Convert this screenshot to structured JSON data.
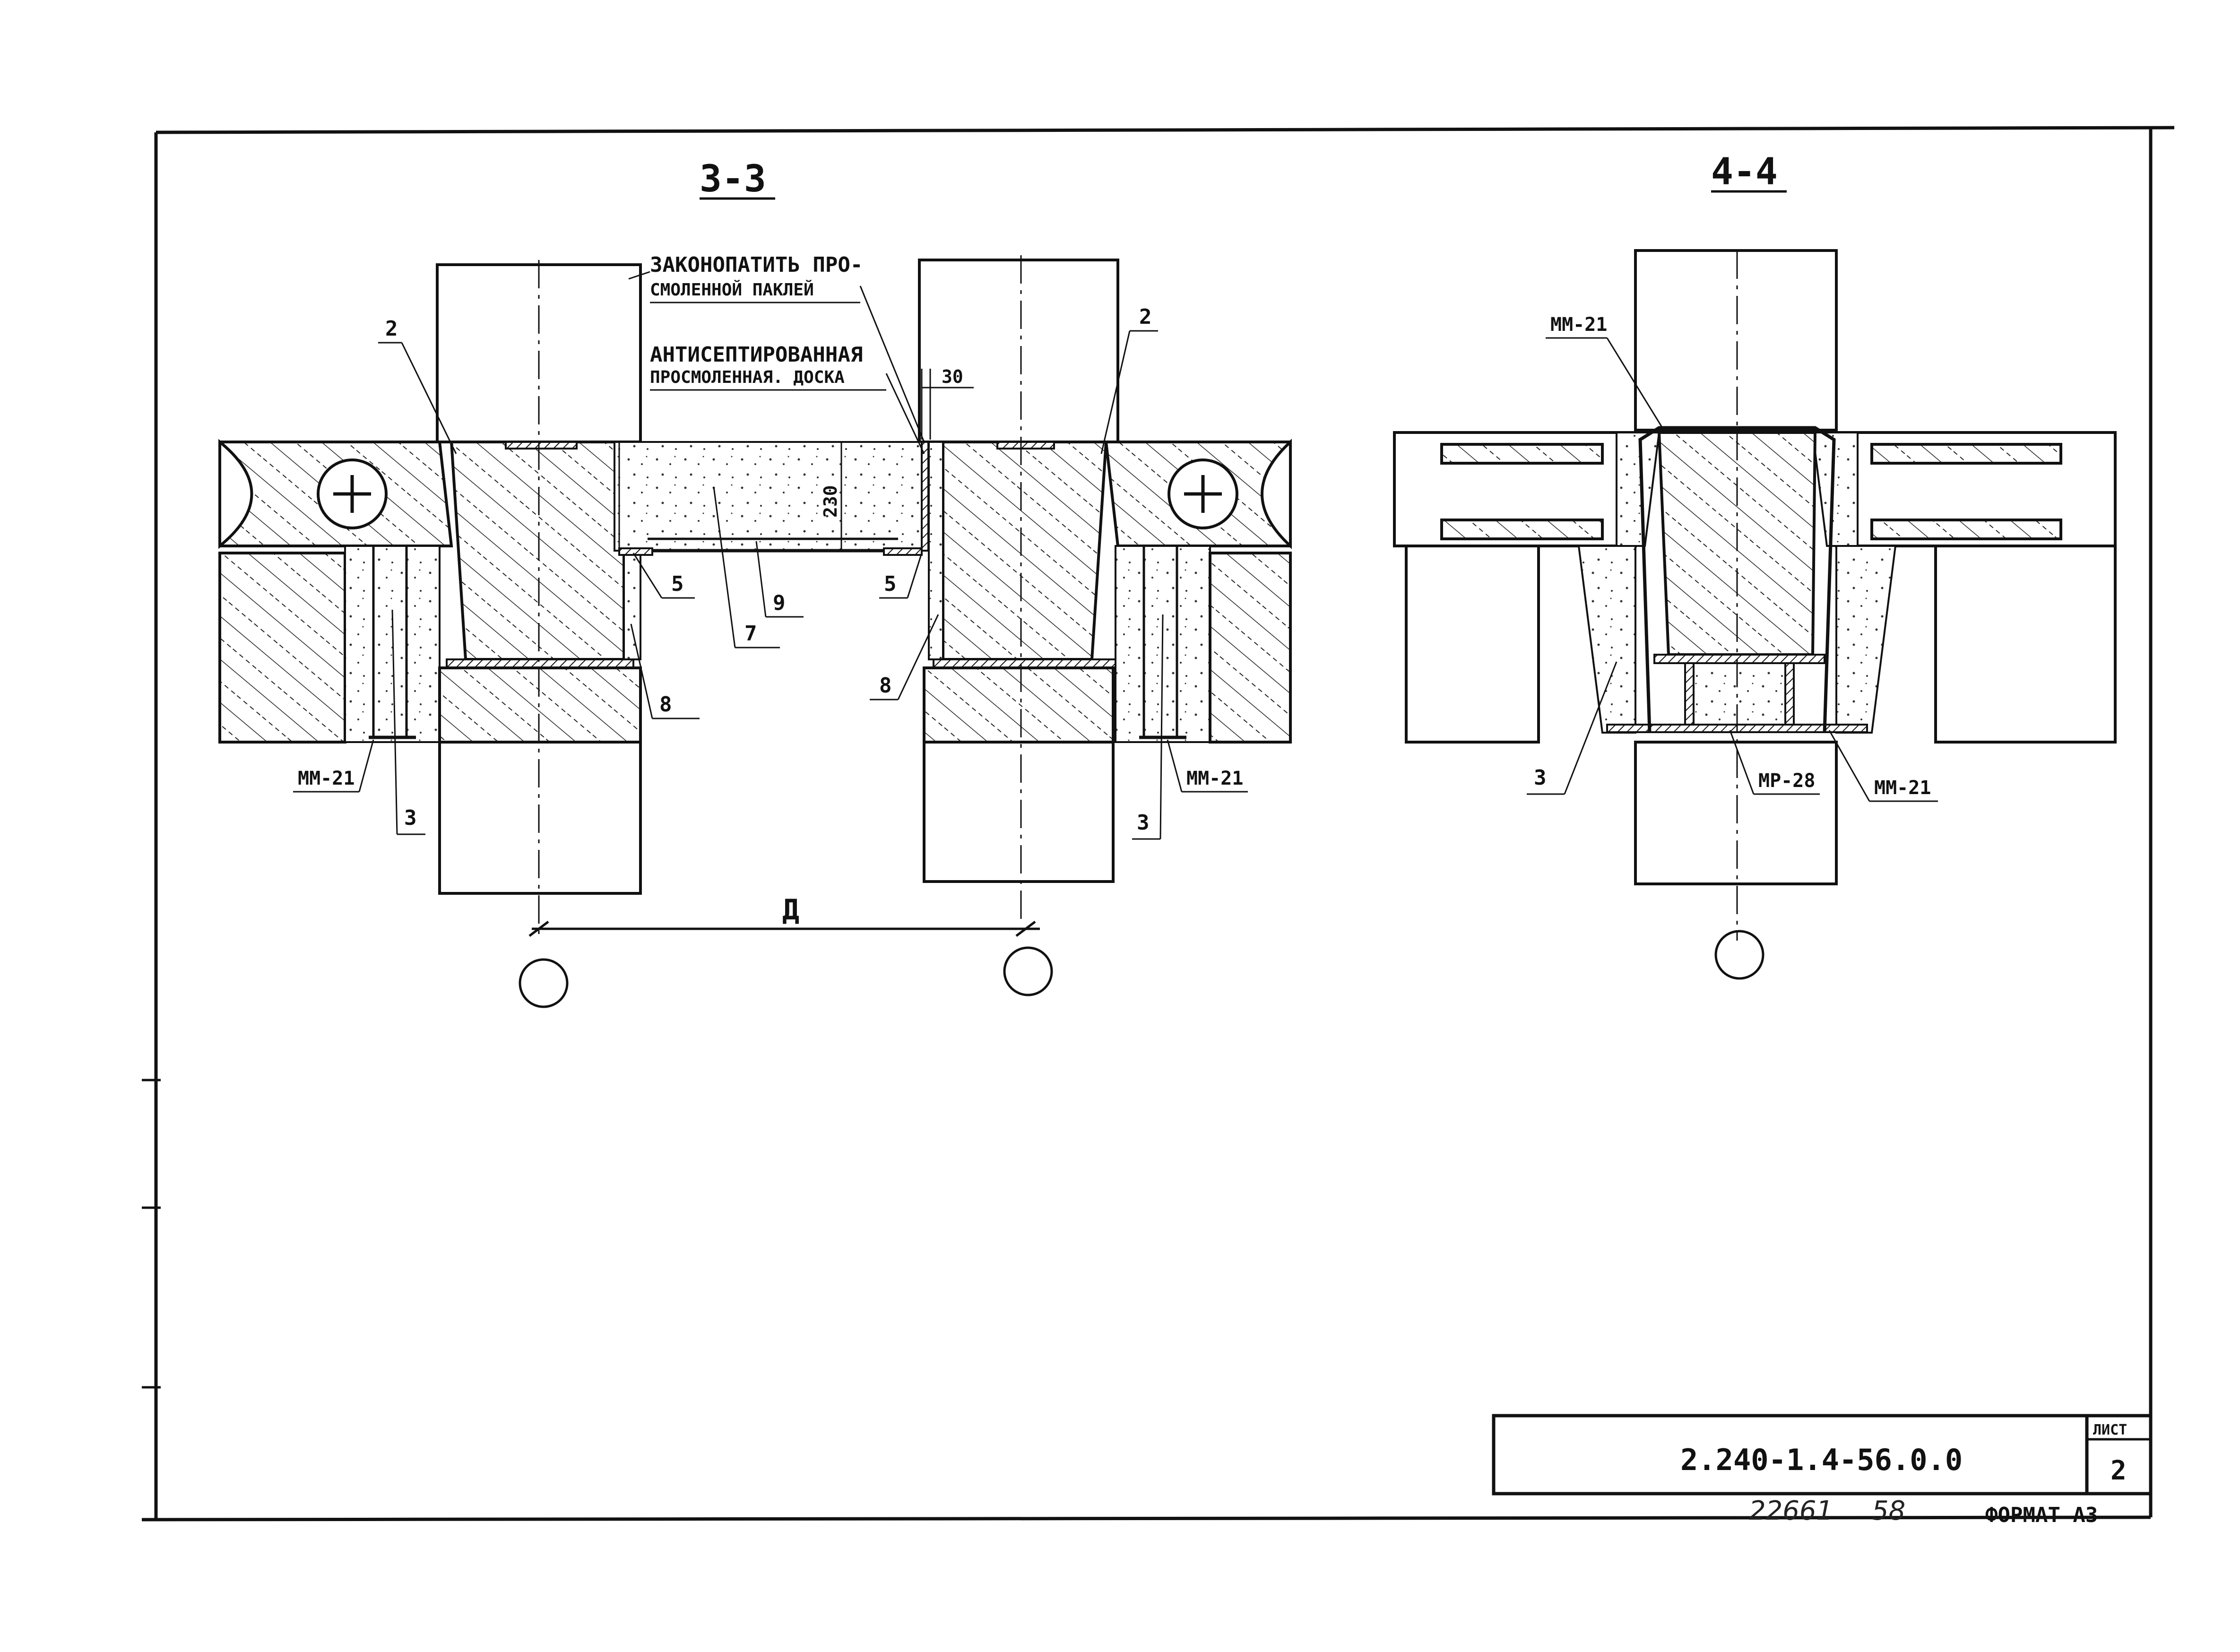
{
  "sections": {
    "left_title": "3-3",
    "right_title": "4-4"
  },
  "notes": {
    "caulk_line1": "ЗАКОНОПАТИТЬ ПРО-",
    "caulk_line2": "СМОЛЕННОЙ ПАКЛЕЙ",
    "board_line1": "АНТИСЕПТИРОВАННАЯ",
    "board_line2": "ПРОСМОЛЕННАЯ. ДОСКА"
  },
  "callouts": {
    "c2_left": "2",
    "c2_right": "2",
    "c5_left": "5",
    "c5_right": "5",
    "c7": "7",
    "c8_left": "8",
    "c8_right": "8",
    "c9": "9",
    "c3_left": "3",
    "c3_right": "3",
    "c3_section4": "3",
    "mm21_left": "ММ-21",
    "mm21_right": "ММ-21",
    "mm21_top4": "ММ-21",
    "mm21_bot4": "ММ-21",
    "mr28": "МР-28"
  },
  "dimensions": {
    "d_230": "230",
    "d_30": "30",
    "d_span": "Д"
  },
  "title_block": {
    "designation": "2.240-1.4-56.0.0",
    "sheet_label": "ЛИСТ",
    "sheet_number": "2"
  },
  "footer": {
    "archive_no": "22661",
    "page_no": "58",
    "format": "ФОРМАТ А3"
  }
}
